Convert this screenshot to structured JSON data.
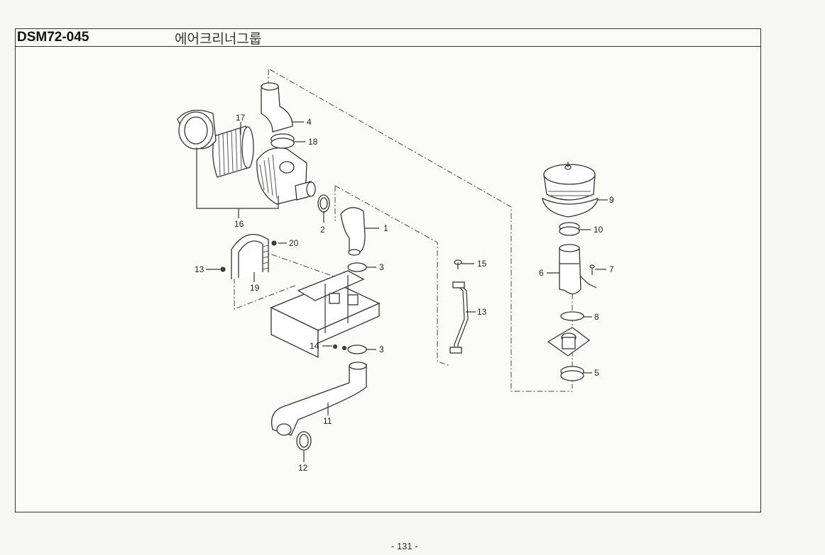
{
  "header": {
    "code": "DSM72-045",
    "title": "에어크리너그룹"
  },
  "callouts": {
    "p1": "1",
    "p2": "2",
    "p3a": "3",
    "p3b": "3",
    "p4": "4",
    "p5": "5",
    "p6": "6",
    "p7": "7",
    "p8": "8",
    "p9": "9",
    "p10": "10",
    "p11": "11",
    "p12": "12",
    "p13a": "13",
    "p13b": "13",
    "p14": "14",
    "p15": "15",
    "p16": "16",
    "p17": "17",
    "p18": "18",
    "p19": "19",
    "p20": "20"
  },
  "footer": {
    "page_number": "- 131 -"
  }
}
